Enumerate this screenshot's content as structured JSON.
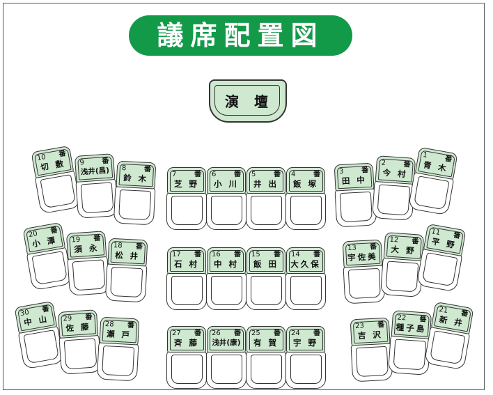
{
  "title": "議席配置図",
  "podium": "演壇",
  "seats": [
    {
      "number": "10",
      "label": "番",
      "name": "切 敷"
    },
    {
      "number": "9",
      "label": "番",
      "name": "浅井(昌)"
    },
    {
      "number": "8",
      "label": "番",
      "name": "鈴 木"
    },
    {
      "number": "7",
      "label": "番",
      "name": "芝 野"
    },
    {
      "number": "6",
      "label": "番",
      "name": "小 川"
    },
    {
      "number": "5",
      "label": "番",
      "name": "井 出"
    },
    {
      "number": "4",
      "label": "番",
      "name": "飯 塚"
    },
    {
      "number": "3",
      "label": "番",
      "name": "田 中"
    },
    {
      "number": "2",
      "label": "番",
      "name": "今 村"
    },
    {
      "number": "1",
      "label": "番",
      "name": "青 木"
    },
    {
      "number": "20",
      "label": "番",
      "name": "小 澤"
    },
    {
      "number": "19",
      "label": "番",
      "name": "須 永"
    },
    {
      "number": "18",
      "label": "番",
      "name": "松 井"
    },
    {
      "number": "17",
      "label": "番",
      "name": "石 村"
    },
    {
      "number": "16",
      "label": "番",
      "name": "中 村"
    },
    {
      "number": "15",
      "label": "番",
      "name": "飯 田"
    },
    {
      "number": "14",
      "label": "番",
      "name": "大久保"
    },
    {
      "number": "13",
      "label": "番",
      "name": "宇佐美"
    },
    {
      "number": "12",
      "label": "番",
      "name": "大 野"
    },
    {
      "number": "11",
      "label": "番",
      "name": "平 野"
    },
    {
      "number": "30",
      "label": "番",
      "name": "中 山"
    },
    {
      "number": "29",
      "label": "番",
      "name": "佐 藤"
    },
    {
      "number": "28",
      "label": "番",
      "name": "瀬 戸"
    },
    {
      "number": "27",
      "label": "番",
      "name": "斉 藤"
    },
    {
      "number": "26",
      "label": "番",
      "name": "浅井(康)"
    },
    {
      "number": "25",
      "label": "番",
      "name": "有 賀"
    },
    {
      "number": "24",
      "label": "番",
      "name": "宇 野"
    },
    {
      "number": "23",
      "label": "番",
      "name": "吉 沢"
    },
    {
      "number": "22",
      "label": "番",
      "name": "種子島"
    },
    {
      "number": "21",
      "label": "番",
      "name": "新 井"
    }
  ]
}
